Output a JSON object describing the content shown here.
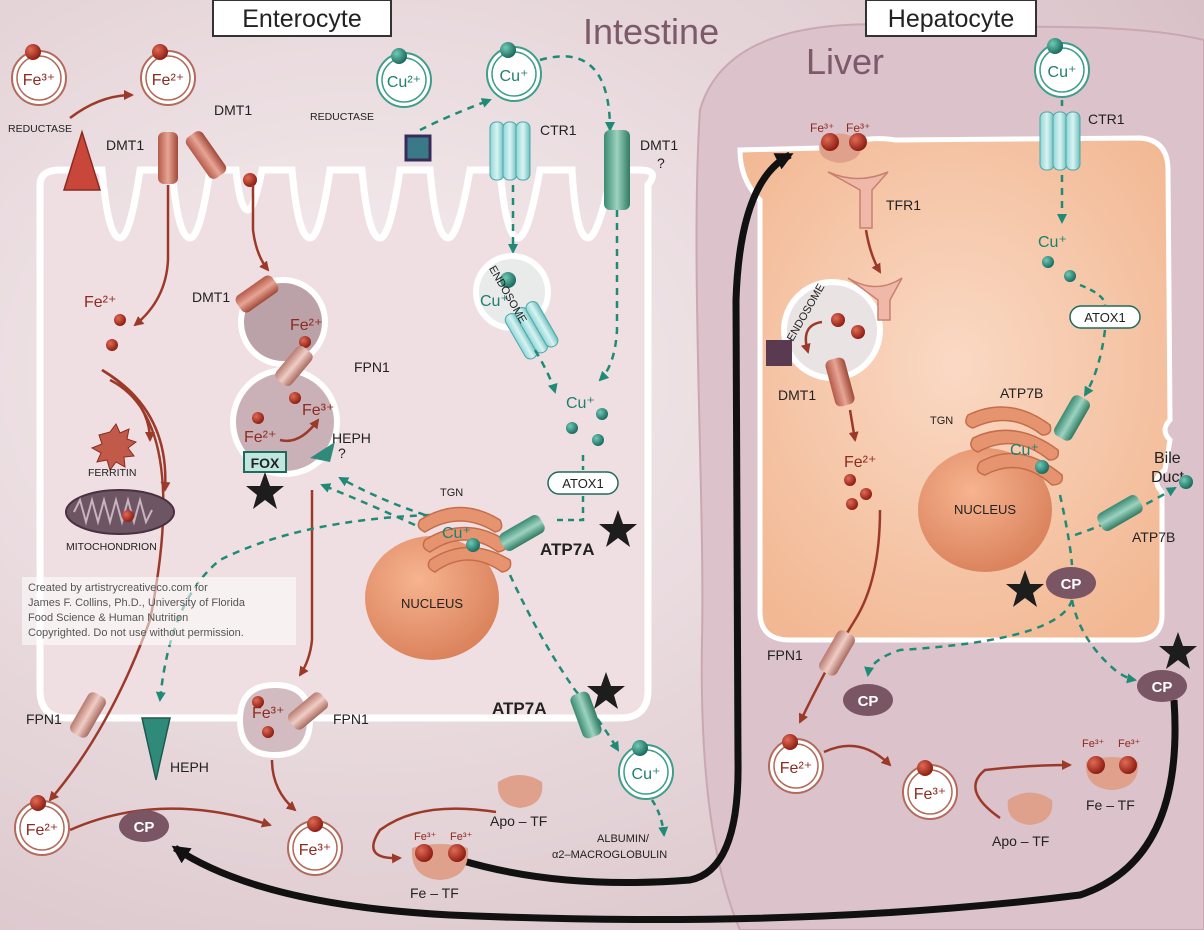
{
  "labels": {
    "enterocyte": "Enterocyte",
    "intestine": "Intestine",
    "hepatocyte": "Hepatocyte",
    "liver": "Liver",
    "fe3": "Fe³⁺",
    "fe2": "Fe²⁺",
    "cu2": "Cu²⁺",
    "cu1": "Cu⁺",
    "reductase": "REDUCTASE",
    "dmt1": "DMT1",
    "dmt1_q": "DMT1",
    "question": "?",
    "ctr1": "CTR1",
    "endosome": "ENDOSOME",
    "fpn1": "FPN1",
    "heph": "HEPH",
    "fox": "FOX",
    "ferritin": "FERRITIN",
    "mitochondrion": "MITOCHONDRION",
    "atox1": "ATOX1",
    "tgn": "TGN",
    "atp7a": "ATP7A",
    "nucleus": "NUCLEUS",
    "cp": "CP",
    "apo_tf": "Apo – TF",
    "fe_tf": "Fe – TF",
    "albumin": "ALBUMIN/",
    "macroglobulin": "α2–MACROGLOBULIN",
    "tfr1": "TFR1",
    "atp7b": "ATP7B",
    "bile": "Bile",
    "duct": "Duct"
  },
  "credit": {
    "line1": "Created by artistrycreativeco.com for",
    "line2": "James F. Collins, Ph.D., University of Florida",
    "line3": "Food Science & Human Nutrition",
    "line4": "Copyrighted. Do not use without permission."
  },
  "colors": {
    "iron": "#8e2a1f",
    "copper": "#1f7f6e",
    "enterocyte_fill": "#f0e1e1",
    "hepatocyte_fill": "#f6c4a4",
    "nucleus": "#e59a72",
    "cp": "#7a5563"
  }
}
